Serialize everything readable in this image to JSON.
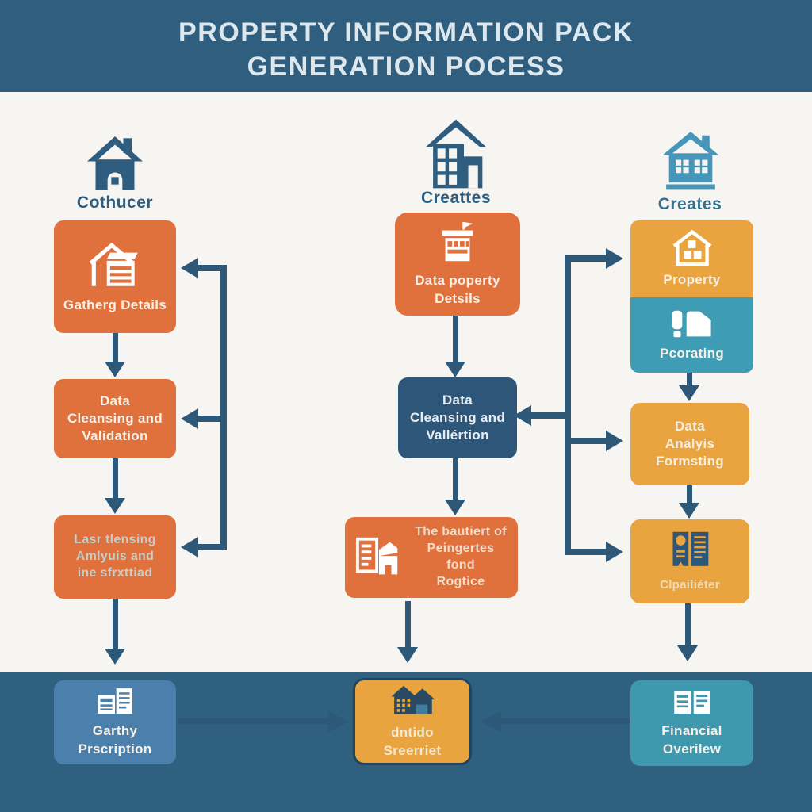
{
  "title": {
    "line1": "PROPERTY INFORMATION PACK",
    "line2": "GENERATION POCESS"
  },
  "columns": {
    "left": {
      "header_label": "Cothucer",
      "box1": {
        "label": "Gatherg Details"
      },
      "box2": {
        "label": "Data\nCleansing and\nValidation"
      },
      "box3": {
        "label": "Lasr tlensing\nAmlyuis and\nine sfrxttiad"
      }
    },
    "middle": {
      "header_label": "Creattes",
      "box1": {
        "label": "Data poperty\nDetsils"
      },
      "box2": {
        "label": "Data\nCleansing and\nVallértion"
      },
      "box3": {
        "label": "The bautiert of\nPeingertes fond\nRogtice"
      }
    },
    "right": {
      "header_label": "Creates",
      "box1_top": {
        "label": "Property"
      },
      "box1_bottom": {
        "label": "Pcorating"
      },
      "box2": {
        "label": "Data\nAnalyis\nFormsting"
      },
      "box3": {
        "label": "Clpailiéter"
      }
    }
  },
  "bottom_row": {
    "box1": {
      "label": "Garthy\nPrscription"
    },
    "box2": {
      "label": "dntido\nSreerriet"
    },
    "box3": {
      "label": "Financial\nOverilew"
    }
  },
  "icons": {
    "left_header": "house-icon",
    "middle_header": "building-icon",
    "right_header": "house-icon",
    "left_box1": "house-document-icon",
    "middle_box1": "building-flag-icon",
    "middle_box3": "document-person-icon",
    "right_box1_top": "house-boxes-icon",
    "right_box1_bottom": "printer-folder-icon",
    "right_box3": "certificate-icon",
    "bottom_box1": "documents-icon",
    "bottom_box2": "houses-icon",
    "bottom_box3": "documents-icon"
  },
  "colors": {
    "header_bg": "#305e7e",
    "canvas_bg": "#f7f5f2",
    "footer_bg": "#30607f",
    "orange": "#e0703c",
    "dark_blue": "#2e5678",
    "yellow": "#e9a43f",
    "teal": "#3e9db4",
    "light_blue": "#4a80ab",
    "arrow": "#2e5878"
  }
}
